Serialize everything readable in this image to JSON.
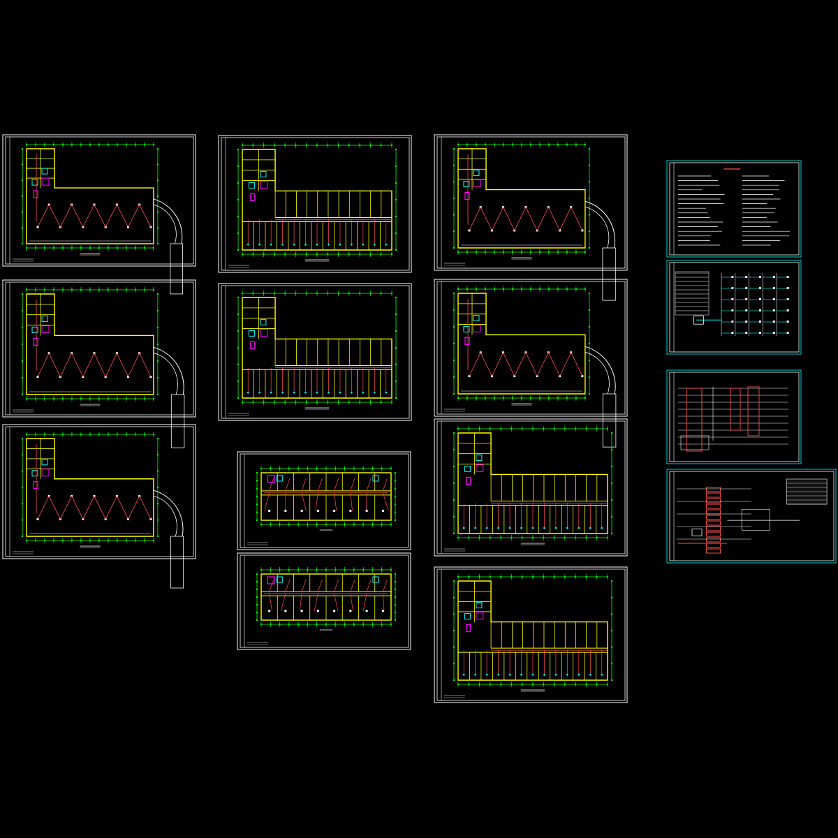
{
  "canvas": {
    "background": "#000000"
  },
  "colors": {
    "frame": "#ffffff",
    "wall": "#ffff00",
    "grid": "#00ff00",
    "wiring": "#ff5050",
    "fixture": "#ff00ff",
    "fixture_b": "#00ffff",
    "text": "#ffffff",
    "detail_frame": "#00cccc"
  },
  "sheets": [
    {
      "id": "plan-01",
      "kind": "l-plan-lobby"
    },
    {
      "id": "plan-02",
      "kind": "l-plan-rooms"
    },
    {
      "id": "plan-03",
      "kind": "l-plan-lobby"
    },
    {
      "id": "plan-04",
      "kind": "l-plan-lobby"
    },
    {
      "id": "plan-05",
      "kind": "l-plan-rooms"
    },
    {
      "id": "plan-06",
      "kind": "l-plan-lobby"
    },
    {
      "id": "plan-07",
      "kind": "l-plan-lobby"
    },
    {
      "id": "plan-08",
      "kind": "bar-plan"
    },
    {
      "id": "plan-09",
      "kind": "l-plan-rooms"
    },
    {
      "id": "plan-10",
      "kind": "bar-plan"
    },
    {
      "id": "plan-11",
      "kind": "l-plan-rooms"
    },
    {
      "id": "notes-01",
      "kind": "notes"
    },
    {
      "id": "system-01",
      "kind": "riser"
    },
    {
      "id": "system-02",
      "kind": "riser"
    },
    {
      "id": "system-03",
      "kind": "riser"
    }
  ]
}
